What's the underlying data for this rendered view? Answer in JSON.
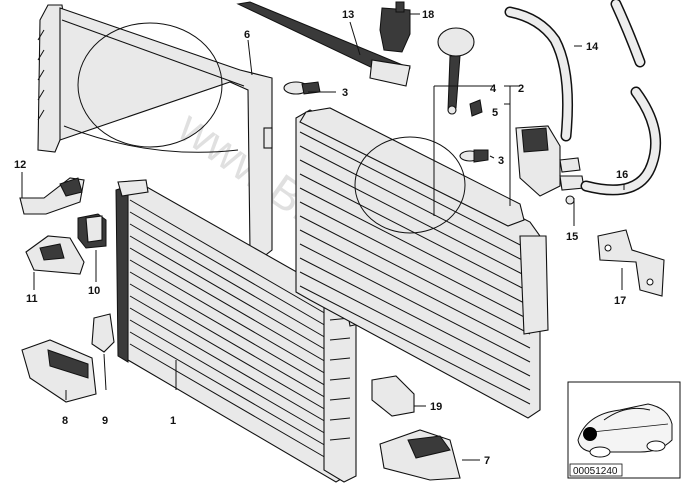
{
  "watermark": "www.BMWstore.pl",
  "reference_code": "00051240",
  "callouts": [
    "1",
    "2",
    "3",
    "3",
    "4",
    "5",
    "6",
    "7",
    "8",
    "9",
    "10",
    "11",
    "12",
    "13",
    "14",
    "15",
    "16",
    "17",
    "18",
    "19"
  ]
}
